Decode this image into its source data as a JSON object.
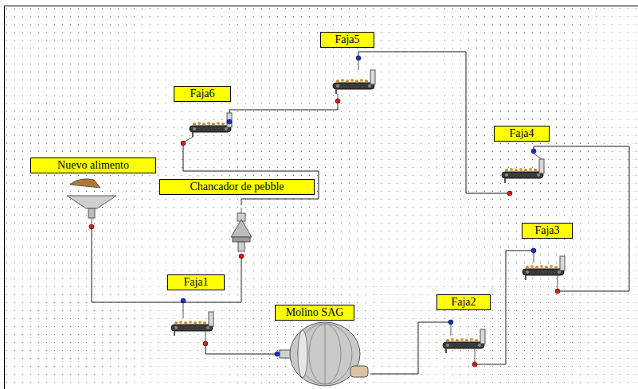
{
  "diagram": {
    "nodes": [
      {
        "text": [
          "Faja5"
        ]
      },
      {
        "text": [
          "Faja6"
        ]
      },
      {
        "text": [
          "Faja4"
        ]
      },
      {
        "text": [
          "Nuevo alimento"
        ]
      },
      {
        "text": [
          "Chancador de pebble"
        ]
      },
      {
        "text": [
          "Faja3"
        ]
      },
      {
        "text": [
          "Faja1"
        ]
      },
      {
        "text": [
          "Molino SAG"
        ]
      },
      {
        "text": [
          "Faja2"
        ]
      }
    ],
    "edges": [
      {
        "from": 3,
        "to": 6,
        "arrow": "none"
      },
      {
        "from": 4,
        "to": 6,
        "arrow": "none"
      },
      {
        "from": 6,
        "to": 7,
        "arrow": "none"
      },
      {
        "from": 7,
        "to": 8,
        "arrow": "none"
      },
      {
        "from": 8,
        "to": 5,
        "arrow": "none"
      },
      {
        "from": 5,
        "to": 2,
        "arrow": "none"
      },
      {
        "from": 2,
        "to": 0,
        "arrow": "none"
      },
      {
        "from": 0,
        "to": 1,
        "arrow": "none"
      },
      {
        "from": 1,
        "to": 4,
        "arrow": "none"
      }
    ]
  }
}
